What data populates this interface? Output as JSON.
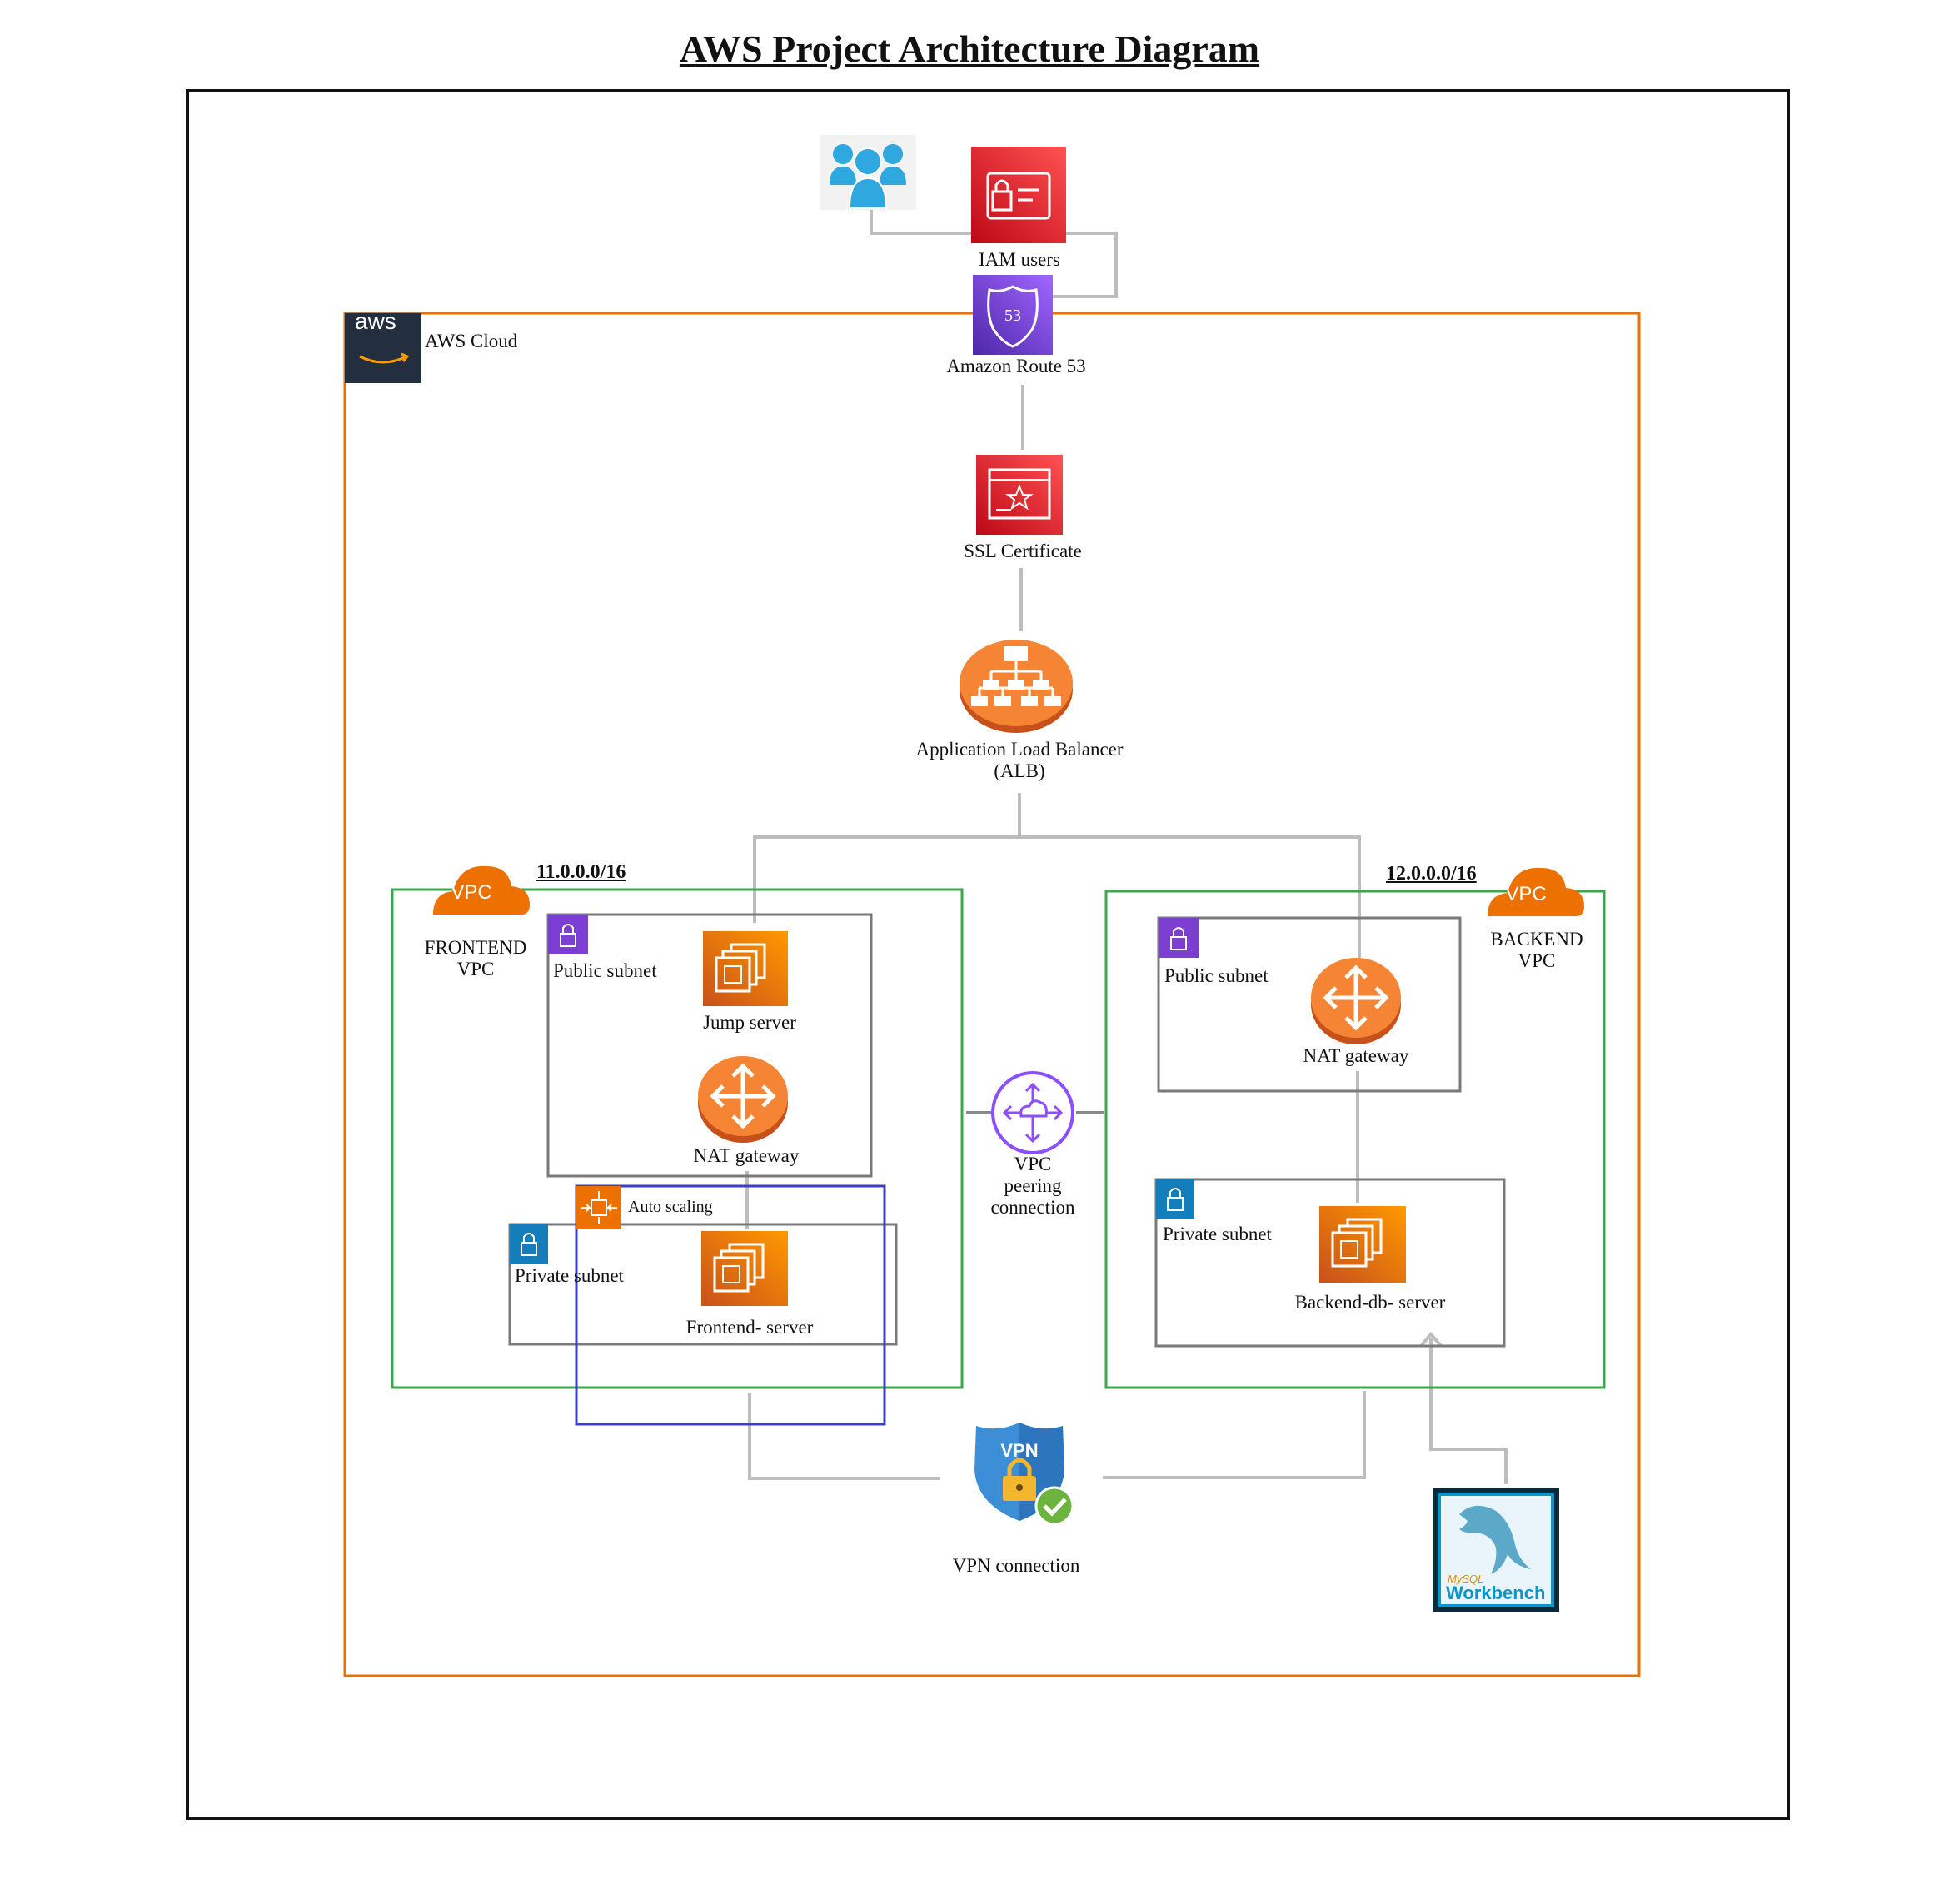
{
  "title": "AWS Project Architecture Diagram",
  "cloud_label": "AWS Cloud",
  "aws_logo_text": "aws",
  "nodes": {
    "iam": "IAM users",
    "route53": "Amazon Route 53",
    "route53_badge": "53",
    "ssl": "SSL Certificate",
    "alb_line1": "Application Load Balancer",
    "alb_line2": "(ALB)",
    "peering_line1": "VPC",
    "peering_line2": "peering",
    "peering_line3": "connection",
    "vpn": "VPN connection",
    "vpn_badge": "VPN"
  },
  "frontend_vpc": {
    "cidr": "11.0.0.0/16",
    "badge": "VPC",
    "name_line1": "FRONTEND",
    "name_line2": "VPC",
    "public_subnet": "Public subnet",
    "jump_server": "Jump server",
    "nat_gateway": "NAT gateway",
    "auto_scaling": "Auto scaling",
    "private_subnet": "Private subnet",
    "frontend_server": "Frontend- server"
  },
  "backend_vpc": {
    "cidr": "12.0.0.0/16",
    "badge": "VPC",
    "name_line1": "BACKEND",
    "name_line2": "VPC",
    "public_subnet": "Public subnet",
    "nat_gateway": "NAT gateway",
    "private_subnet": "Private subnet",
    "db_server": "Backend-db- server"
  },
  "mysql": {
    "brand_small": "MySQL",
    "brand_big": "Workbench"
  },
  "colors": {
    "aws_orange": "#ED7100",
    "vpc_green": "#3AA84A",
    "security_red": "#DD344C",
    "network_purple": "#8C4FFF",
    "public_subnet_purple": "#7D3FD1",
    "private_subnet_blue": "#147EBA",
    "autoscaling_blue": "#3B3FC4",
    "connector_gray": "#BDBDBD"
  }
}
